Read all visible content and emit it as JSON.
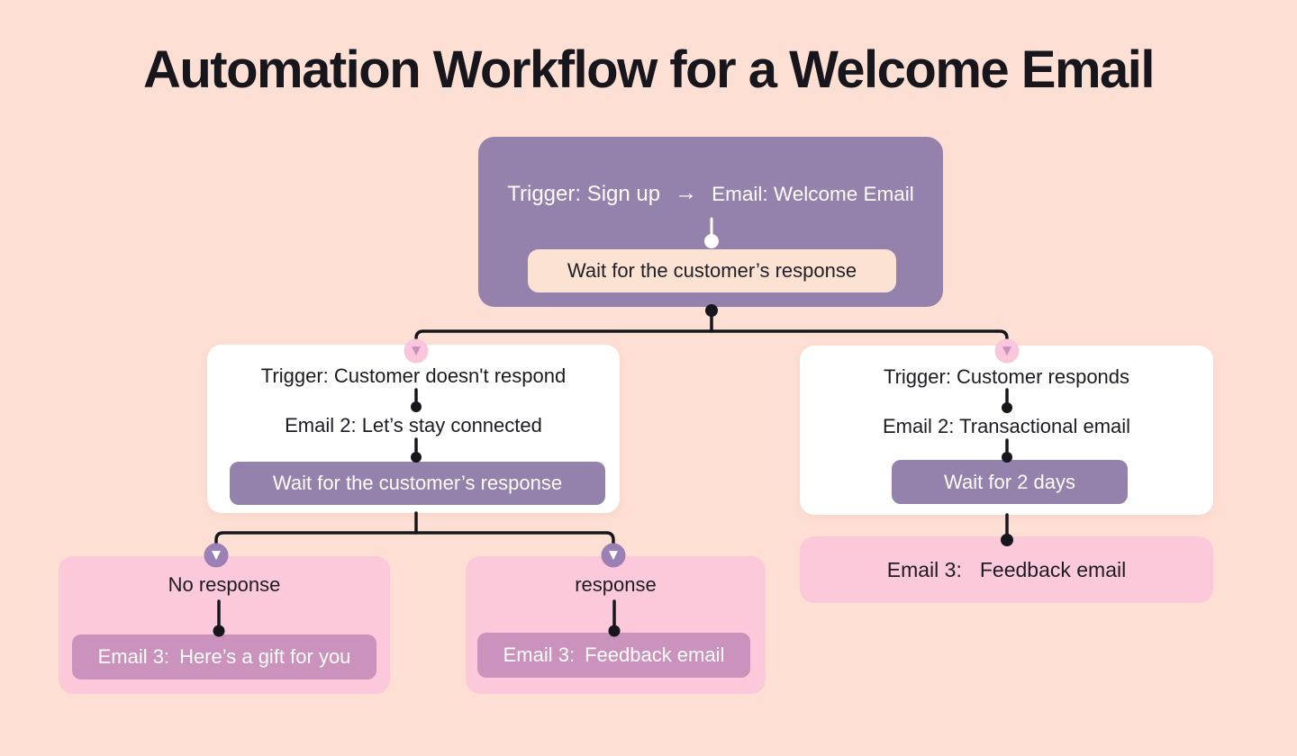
{
  "title": "Automation Workflow for a Welcome Email",
  "root": {
    "trigger": "Trigger: Sign up",
    "arrow": "→",
    "email": "Email: Welcome Email",
    "wait": "Wait for the customer’s response"
  },
  "branch_no_response": {
    "trigger": "Trigger: Customer doesn't respond",
    "email": "Email 2: Let’s stay connected",
    "wait": "Wait for the customer’s response"
  },
  "branch_responds": {
    "trigger": "Trigger: Customer responds",
    "email": "Email 2: Transactional email",
    "wait": "Wait for 2 days"
  },
  "leaf_no_response": {
    "label": "No response",
    "email_label": "Email 3:",
    "email_text": "Here’s a gift for you"
  },
  "leaf_response": {
    "label": "response",
    "email_label": "Email 3:",
    "email_text": "Feedback email"
  },
  "leaf_responds": {
    "email_label": "Email 3:",
    "email_text": "Feedback email"
  },
  "icons": {
    "triangle_down": "▼"
  },
  "colors": {
    "background": "#fedfd3",
    "purple": "#9481ac",
    "pink": "#fbc9da",
    "mauve": "#cb92bd",
    "peach_chip": "#fce2d3",
    "marker_pink_circle": "#f9c6db",
    "marker_pink_triangle": "#c88fc0",
    "marker_purple_circle": "#9a80b5",
    "line_black": "#17161c",
    "text_dark": "#1d1c23",
    "text_white": "#ffffff"
  }
}
